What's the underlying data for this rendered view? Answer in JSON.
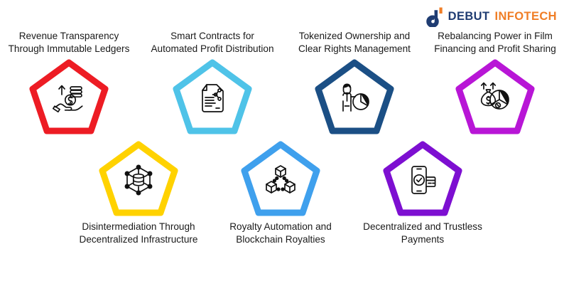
{
  "brand": {
    "mark_icon": "debut-d-logo-icon",
    "name_primary": "DEBUT",
    "name_secondary": "INFOTECH"
  },
  "colors": {
    "red": "#ED1C24",
    "gold": "#FFD200",
    "cyan": "#4FC3E8",
    "blue": "#3FA0ED",
    "navy": "#1B4F85",
    "violet": "#7D0FD1",
    "magenta": "#B816D6",
    "logo_navy": "#1F3C72",
    "logo_orange": "#F07E26",
    "text": "#1a1a1a"
  },
  "nodes": [
    {
      "label": "Revenue Transparency Through Immutable Ledgers",
      "color": "#ED1C24",
      "icon": "hand-holding-coins-icon",
      "row": "top"
    },
    {
      "label": "Disintermediation Through Decentralized Infrastructure",
      "color": "#FFD200",
      "icon": "decentralized-database-network-icon",
      "row": "bottom"
    },
    {
      "label": "Smart Contracts for Automated Profit Distribution",
      "color": "#4FC3E8",
      "icon": "smart-contract-document-icon",
      "row": "top"
    },
    {
      "label": "Royalty Automation and Blockchain Royalties",
      "color": "#3FA0ED",
      "icon": "blockchain-cubes-icon",
      "row": "bottom"
    },
    {
      "label": "Tokenized Ownership and Clear Rights Management",
      "color": "#1B4F85",
      "icon": "presenter-pie-chart-icon",
      "row": "top"
    },
    {
      "label": "Decentralized and Trustless Payments",
      "color": "#7D0FD1",
      "icon": "mobile-payment-card-icon",
      "row": "bottom"
    },
    {
      "label": "Rebalancing Power in Film Financing and Profit Sharing",
      "color": "#B816D6",
      "icon": "money-bag-pie-percent-icon",
      "row": "top"
    }
  ]
}
